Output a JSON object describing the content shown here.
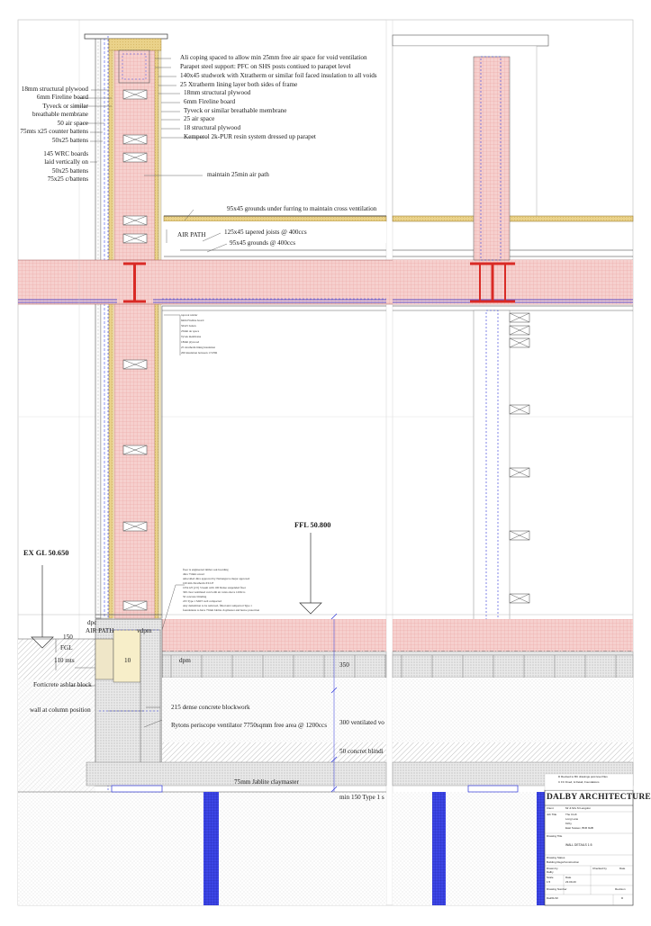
{
  "annotations_top": [
    "Ali coping spaced to allow min 25mm free air space for void ventilation",
    "Parapet steel support: PFC on SHS posts contiued to parapet level",
    "140x45  studwork with Xtratherm or similar foil faced insulation to all voids",
    "25 Xtratherm lining layer both sides of frame",
    "18mm structural plywood",
    "6mm Fireline board",
    "Tyveck or similar breathable membrane",
    "25 air space",
    "18 structural plywood",
    "Kemperol 2k-PUR resin system dressed up  parapet"
  ],
  "annotations_left": [
    "18mm structural plywood",
    "6mm Fireline board",
    "Tyveck or similar",
    "breathable membrane",
    "50 air space",
    "75mts x25 counter battens",
    "50x25 battens",
    "145 WRC boards",
    "laid vertically on",
    "50x25 battens",
    "75x25 c/battens"
  ],
  "labels": {
    "air_path_void": "maintain 25min  air path",
    "grounds_furring": "95x45 grounds under furring to maintain cross ventilation",
    "air_path": "AIR PATH",
    "tapered_joists": "125x45 tapered joists @ 400ccs",
    "grounds_400": "95x45 grounds @ 400ccs",
    "ffl": "FFL 50.800",
    "ex_gl": "EX GL 50.650",
    "dpc": "dpc",
    "air_path_low": "AIR PATH",
    "vdpm": "vdpm",
    "dim_150": "150",
    "fgl": "FGL",
    "dim_110": "110 mts",
    "dim_10": "10",
    "dpm": "dpm",
    "dim_350": "350",
    "forticrete": "Forticrete ashlar block",
    "blockwork": "215 dense concrete blockwork",
    "column_wall": "wall at column position",
    "ventilator": "Rytons periscope ventilator 7750sqmm free area @ 1200ccs",
    "ventilated_void": "300 ventilated vo",
    "blinding": "50 concret blindi",
    "claymaster": "75mm Jablite claymaster",
    "type1": "min 150 Type 1 s"
  },
  "small_spec_build_up": [
    "topcoat render",
    "6mm Fireline board",
    "50x25 batten",
    "25mm air space",
    "Tyvek membrane",
    "18mm plywood",
    "25 xtratherm lining insulation",
    "200 insulation between 1/3 PIR"
  ],
  "small_spec_floor": [
    "floor is engineered timber oak boarding",
    "ditra 75mm screed",
    "unlocalled ditra approved by Nationgrove major approved",
    "100 mm Xtratherm XT-UF",
    "105x125 (2 0) 3 beam with 100 Dense suspended floor",
    "300 clear ventilated void with air vents above 1200ccs",
    "50 concrete blinding",
    "225 Type 1 MOT well compacted",
    "Any demolition to be removed, filled and compacted Type 1",
    "foundations to have 75mm Jablite claymaster and heave protection"
  ],
  "title_block": {
    "firm": "DALBY ARCHITECTURE",
    "revision_lines": [
      "D Revised to BC drawings post level files",
      "C FC Fixed, & Detail, Foundations"
    ],
    "client_label": "Client",
    "client_value": "Mr & Mrs M Langdon",
    "job_title_label": "Job Title",
    "job_title_lines": [
      "The Croft",
      "Long Lane",
      "Kirby",
      "East Sussex, BN6 9HB"
    ],
    "drawing_title_label": "Drawing Title",
    "drawing_title_value": "WALL DETAILS 1:5",
    "drawing_status_label": "Drawing Status",
    "drawing_status_value": "Building Regs/Construction",
    "drawn_by_label": "Drawn by",
    "drawn_by_value": "Dalby",
    "checked_by_label": "Checked by",
    "date_label": "Date",
    "scale_label": "Scale",
    "scale_value": "1:5",
    "date_value": "23.09.20",
    "drawing_number_label": "Drawing Number",
    "drawing_number_value": "Dal/21/10",
    "revision_label": "Revision",
    "revision_value": "D"
  },
  "colors": {
    "insulation_pink": "#f4c9c7",
    "plywood_tan": "#e9d48f",
    "steel_red": "#d92a25",
    "drain_blue": "#2d35d8",
    "concrete_grey": "#c9c9c9",
    "hatch": "#8f8f8f"
  }
}
